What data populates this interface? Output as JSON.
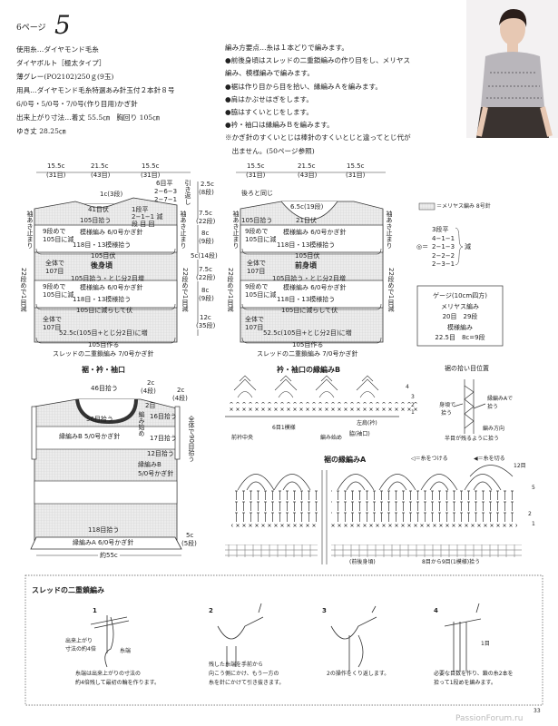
{
  "header": {
    "page_ref": "6ページ",
    "number": "5"
  },
  "materials": [
    "使用糸…ダイヤモンド毛糸",
    "ダイヤボルト［極太タイプ］",
    "薄グレー(PO2102)250ｇ(9玉)",
    "用具…ダイヤモンド毛糸特選あみ針玉付２本針８号",
    "6/0号・5/0号・7/0号(作り目用)かぎ針",
    "出来上がり寸法…着丈 55.5㎝　胸回り 105㎝",
    "ゆき丈 28.25㎝"
  ],
  "method": [
    "編み方要点…糸は１本どりで編みます。",
    "●前後身頃はスレッドの二重鎖編みの作り目をし、メリヤス",
    "編み、模様編みで編みます。",
    "●裾は作り目から目を拾い、縁編みＡを編みます。",
    "●肩はかぶせはぎをします。",
    "●脇はすくいとじをします。",
    "●衿・袖口は縁編みＢを編みます。",
    "※かぎ針のすくいとじは棒針のすくいとじと違ってとじ代が",
    "　出ません。(50ページ参照)"
  ],
  "back": {
    "dims": [
      "15.5c",
      "(31目)",
      "21.5c",
      "(43目)",
      "15.5c",
      "(31目)"
    ],
    "shoulder": [
      "6目平",
      "2−6−3",
      "2−7−1"
    ],
    "hikikaeshi": "引き返し",
    "neck_depth": "1c(3段)",
    "neck_bind": "41目伏",
    "neck_dec": [
      "1段平",
      "2−1−1 減",
      "段 目 回"
    ],
    "pick1": "105目拾う",
    "armhole_stop": "袖あき止まり",
    "dec9": [
      "9段めで",
      "105目に減"
    ],
    "pattern": "模様編み 6/0号かぎ針",
    "pick118": "118目・13模様拾う",
    "bind105": "105目伏",
    "total": [
      "全体で",
      "107目"
    ],
    "title": "後身頃",
    "pick_inc": "105目拾う・とじ分2目増",
    "side_dec": "22段めで1目減",
    "dec_bind": "105目に減らして伏",
    "inc": "52.5c(105目+とじ分2目)に増",
    "cast": "105目作る",
    "cast_method": "スレッドの二重鎖編み 7/0号かぎ針"
  },
  "heights": [
    "2.5c",
    "(8段)",
    "7.5c",
    "(22段)",
    "8c",
    "(9段)",
    "5c(14段)",
    "7.5c",
    "(22段)",
    "8c",
    "(9段)",
    "12c",
    "(35段)"
  ],
  "front": {
    "same_as_back": "後ろと同じ",
    "neck_depth": "6.5c(19段)",
    "neck_bind": "21目伏",
    "title": "前身頃"
  },
  "legend": {
    "stockinette": "＝メリヤス編み 8号針"
  },
  "decrease_table": {
    "rows": [
      "3段平",
      "4−1−1",
      "2−1−3",
      "2−2−2",
      "2−3−1"
    ],
    "symbol": "◎＝",
    "label": "減"
  },
  "gauge": {
    "title": "ゲージ(10cm四方)",
    "lines": [
      "メリヤス編み",
      "20目　29段",
      "模様編み",
      "22.5目　8c=9段"
    ]
  },
  "finish": {
    "title": "裾・衿・袖口",
    "pick46": "46目拾う",
    "neck_h": [
      "2c",
      "(4段)"
    ],
    "sleeve_h": [
      "2c",
      "(4段)"
    ],
    "two": "2目",
    "start": "編み始め",
    "pick56": "56目拾う",
    "pick16": "16目拾う",
    "total90": "全体で90目拾う",
    "edgeB": "縁編みB 5/0号かぎ針",
    "pick17": "17目拾う",
    "pick12": "12目拾う",
    "edgeB2": [
      "縁編みB",
      "5/0号かぎ針"
    ],
    "pick118": "118目拾う",
    "edgeA": "縁編みA 6/0号かぎ針",
    "hem_h": [
      "5c",
      "(5段)"
    ],
    "width": "約55c"
  },
  "edgingB": {
    "title": "衿・袖口の縁編みB",
    "rows": [
      "4",
      "3",
      "2",
      "1"
    ],
    "repeat": "6目1模様",
    "left_shoulder": "左肩(衿)",
    "side": "脇(袖口)",
    "front_center": "前衿中央",
    "start": "編み始め"
  },
  "pickup": {
    "title": "裾の拾い目位置",
    "body": [
      "身頃で",
      "拾う"
    ],
    "edge": [
      "縁編みAで",
      "拾う"
    ],
    "direction": "編み方向",
    "note": "半目が残るように拾う"
  },
  "edgingA": {
    "title": "裾の縁編みA",
    "attach": "◁＝糸をつける",
    "cut": "◀＝糸を切る",
    "twelve": "12目",
    "rows": [
      "5",
      "2",
      "1"
    ],
    "body": "(前後身頃)",
    "pick": "8目から9目(1模様)拾う"
  },
  "howto": {
    "title": "スレッドの二重鎖編み",
    "steps": [
      {
        "num": "1",
        "labels": [
          "出来上がり",
          "寸法の約4倍",
          "糸端"
        ],
        "caption": [
          "糸端は出来上がりの寸法の",
          "約4倍残して最初の輪を作ります。"
        ]
      },
      {
        "num": "2",
        "labels": [],
        "caption": [
          "残した糸端を手前から",
          "向こう側にかけ、もう一方の",
          "糸を針にかけて引き抜きます。"
        ]
      },
      {
        "num": "3",
        "labels": [],
        "caption": [
          "2の操作をくり返します。"
        ]
      },
      {
        "num": "4",
        "labels": [
          "1目"
        ],
        "caption": [
          "必要な目数を作り、鎖の糸2本を",
          "拾って1段めを編みます。"
        ]
      }
    ]
  },
  "page_number": "33",
  "watermark": "PassionForum.ru"
}
